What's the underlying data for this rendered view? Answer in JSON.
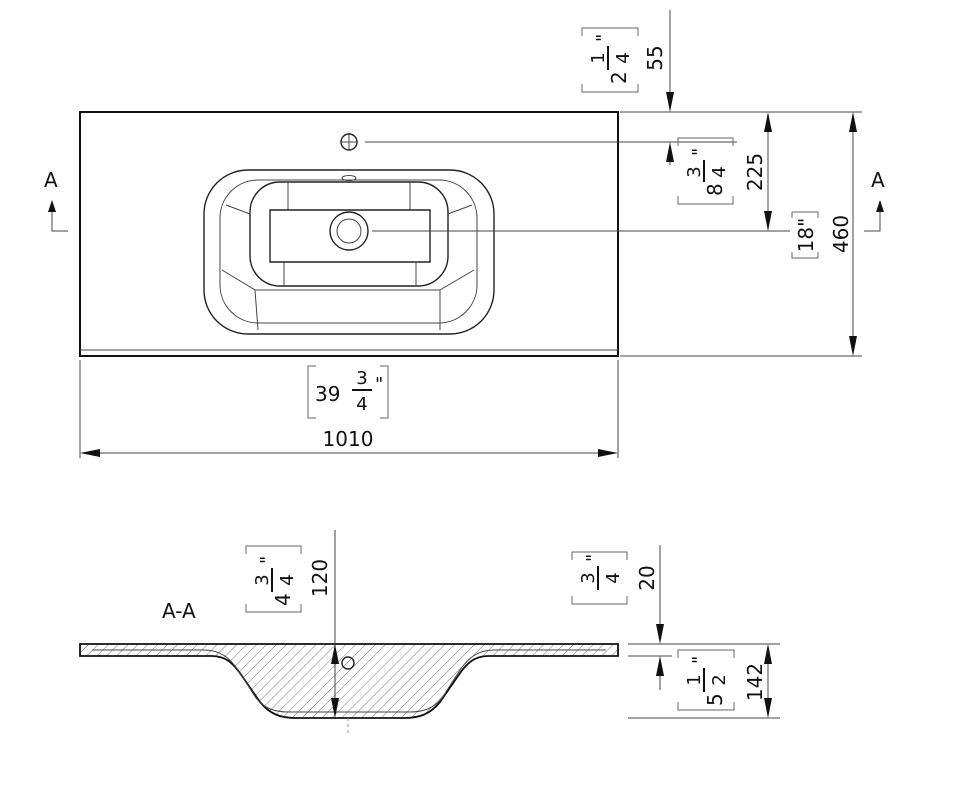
{
  "top_view": {
    "section_marker": "A",
    "dims": {
      "width_mm": "1010",
      "width_in_whole": "39",
      "width_in_num": "3",
      "width_in_den": "4",
      "inch_mark": "\"",
      "depth_mm": "460",
      "depth_in": "18\"",
      "tap_offset_mm": "55",
      "tap_offset_in_whole": "2",
      "tap_offset_in_num": "1",
      "tap_offset_in_den": "4",
      "drain_offset_mm": "225",
      "drain_offset_in_whole": "8",
      "drain_offset_in_num": "3",
      "drain_offset_in_den": "4"
    }
  },
  "section_view": {
    "title": "A-A",
    "dims": {
      "bowl_depth_mm": "120",
      "bowl_depth_in_whole": "4",
      "bowl_depth_in_num": "3",
      "bowl_depth_in_den": "4",
      "rim_mm": "20",
      "rim_in_num": "3",
      "rim_in_den": "4",
      "height_mm": "142",
      "height_in_whole": "5",
      "height_in_num": "1",
      "height_in_den": "2"
    }
  }
}
